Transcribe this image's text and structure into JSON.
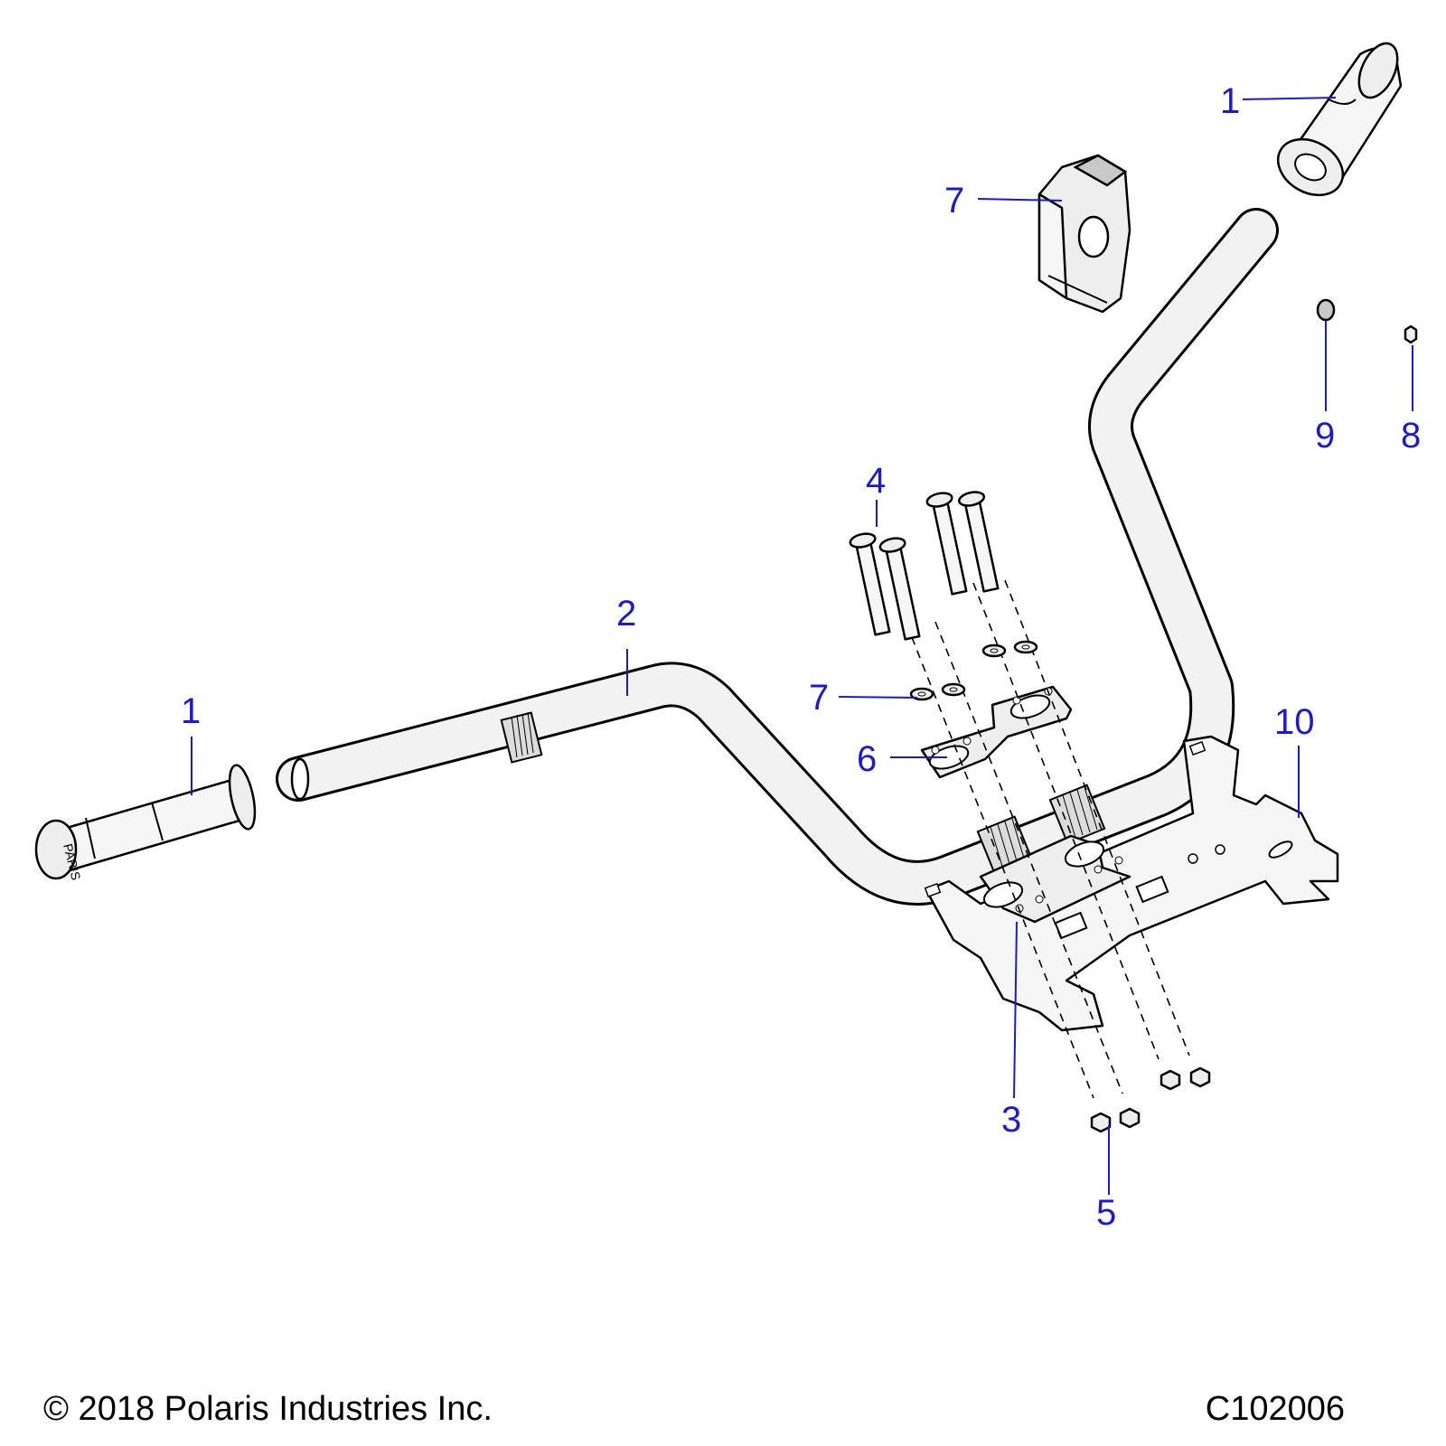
{
  "callouts": {
    "grip_right": "1",
    "grip_left": "1",
    "handlebar": "2",
    "lower_clamp": "3",
    "bolt": "4",
    "nut": "5",
    "upper_clamp": "6",
    "switch_housing": "7",
    "washer": "7",
    "plug": "8",
    "grommet": "9",
    "mount_bracket": "10"
  },
  "grip_logo_text": "PARIS",
  "footer": {
    "copyright": "© 2018 Polaris Industries Inc.",
    "drawing_id": "C102006"
  },
  "colors": {
    "callout": "#1a1ad6",
    "outline": "#000000",
    "part_fill": "#eeeeee"
  }
}
